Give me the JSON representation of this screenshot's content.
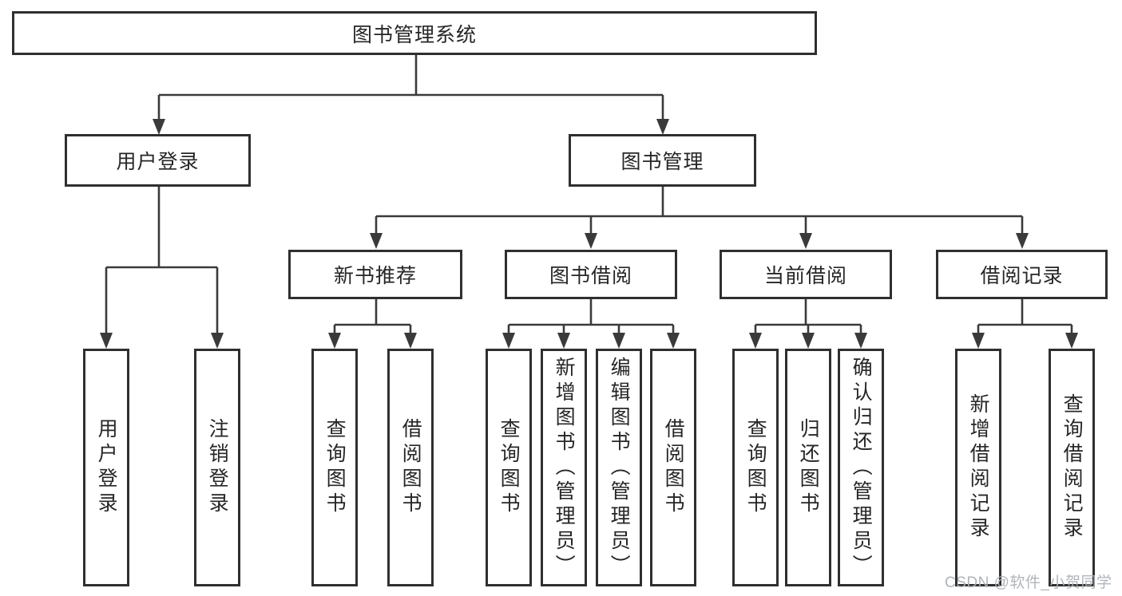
{
  "diagram": {
    "root": "图书管理系统",
    "branches": [
      {
        "label": "用户登录",
        "children": [
          {
            "label": "用户登录"
          },
          {
            "label": "注销登录"
          }
        ]
      },
      {
        "label": "图书管理",
        "groups": [
          {
            "label": "新书推荐",
            "children": [
              {
                "label": "查询图书"
              },
              {
                "label": "借阅图书"
              }
            ]
          },
          {
            "label": "图书借阅",
            "children": [
              {
                "label": "查询图书"
              },
              {
                "label": "新增图书（管理员）"
              },
              {
                "label": "编辑图书（管理员）"
              },
              {
                "label": "借阅图书"
              }
            ]
          },
          {
            "label": "当前借阅",
            "children": [
              {
                "label": "查询图书"
              },
              {
                "label": "归还图书"
              },
              {
                "label": "确认归还（管理员）"
              }
            ]
          },
          {
            "label": "借阅记录",
            "children": [
              {
                "label": "新增借阅记录"
              },
              {
                "label": "查询借阅记录"
              }
            ]
          }
        ]
      }
    ]
  },
  "watermark": "CSDN @软件_小贺同学",
  "colors": {
    "line": "#3a3a3a",
    "border": "#2f2f2f",
    "text": "#262626",
    "watermark": "#abb1b8",
    "background": "#ffffff"
  }
}
